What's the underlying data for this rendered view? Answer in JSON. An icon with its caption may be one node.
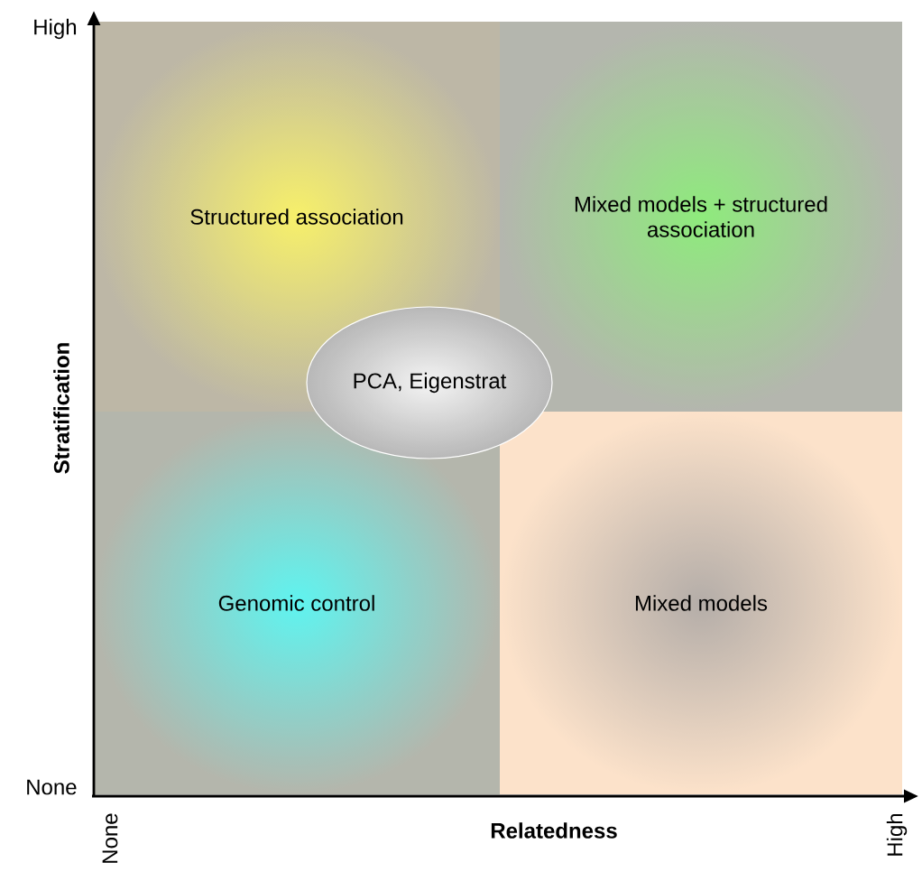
{
  "diagram": {
    "nodes": [
      {
        "text": [
          "Structured association"
        ]
      },
      {
        "text": [
          "Mixed models + structured association"
        ]
      },
      {
        "text": [
          "Genomic control"
        ]
      },
      {
        "text": [
          "Mixed models"
        ]
      },
      {
        "text": [
          "PCA, Eigenstrat"
        ]
      }
    ],
    "labels": [
      "High",
      "Stratification",
      "None",
      "Relatedness",
      "None",
      "High"
    ]
  }
}
